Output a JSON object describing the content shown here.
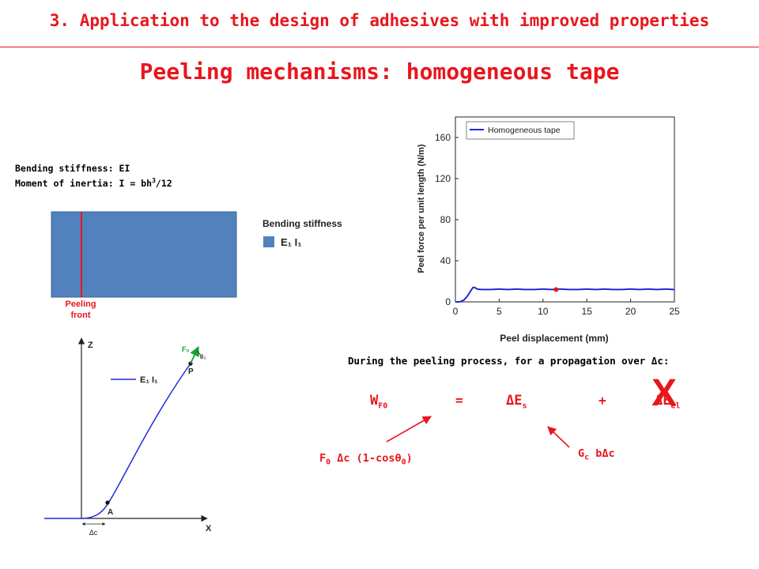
{
  "header": {
    "title": "3. Application to the design of adhesives with improved properties"
  },
  "slide": {
    "title": "Peeling mechanisms: homogeneous tape"
  },
  "stiffness_note": {
    "line1": "Bending stiffness: EI",
    "line2_prefix": "Moment of inertia: I = bh",
    "line2_exp": "3",
    "line2_suffix": "/12"
  },
  "tape_schematic": {
    "legend_title": "Bending stiffness",
    "legend_label": "E₁ I₁",
    "front_label_line1": "Peeling",
    "front_label_line2": "front",
    "tape_color": "#5282bd",
    "front_color": "#e8161d"
  },
  "profile_diagram": {
    "z_label": "Z",
    "x_label": "X",
    "legend_label": "E₁ I₁",
    "point_p": "P",
    "point_a": "A",
    "force_label": "F₀",
    "angle_label": "θ₀",
    "delta_label": "Δc"
  },
  "chart_data": {
    "type": "line",
    "xlabel": "Peel displacement (mm)",
    "ylabel": "Peel force per unit length (N/m)",
    "xlim": [
      0,
      25
    ],
    "ylim": [
      0,
      180
    ],
    "x_ticks": [
      0,
      5,
      10,
      15,
      20,
      25
    ],
    "y_ticks": [
      0,
      40,
      80,
      120,
      160
    ],
    "grid": false,
    "legend_position": "top-left",
    "series": [
      {
        "name": "Homogeneous tape",
        "color": "#1f2bd6",
        "x": [
          0,
          0.5,
          1.0,
          1.4,
          1.7,
          2.0,
          2.2,
          2.5,
          3,
          4,
          5,
          6,
          7,
          8,
          9,
          10,
          11,
          12,
          13,
          14,
          15,
          16,
          17,
          18,
          19,
          20,
          21,
          22,
          23,
          24,
          25
        ],
        "y": [
          0,
          0,
          2,
          6,
          10,
          14,
          14,
          12.5,
          12,
          12,
          12.5,
          12,
          12.5,
          12,
          12,
          12.5,
          12,
          12.5,
          12,
          12,
          12.5,
          12,
          12.5,
          12,
          12,
          12.5,
          12,
          12.5,
          12,
          12.5,
          12
        ]
      }
    ],
    "marker": {
      "x": 11.5,
      "y": 12
    }
  },
  "energy_balance": {
    "intro": "During the peeling process, for a propagation over Δc:",
    "w_term": "W",
    "w_sub": "F0",
    "eq_sign": "=",
    "es_term": "ΔE",
    "es_sub": "s",
    "plus_sign": "+",
    "el_term": "ΔE",
    "el_sub": "el",
    "cross_mark": "X",
    "work_expr_prefix": "F",
    "work_expr_sub0": "0",
    "work_expr_mid": " Δc (1-cosθ",
    "work_expr_sub1": "0",
    "work_expr_suffix": ")",
    "surface_expr_prefix": "G",
    "surface_expr_sub": "c",
    "surface_expr_suffix": " bΔc",
    "arrow_color": "#e8161d"
  }
}
